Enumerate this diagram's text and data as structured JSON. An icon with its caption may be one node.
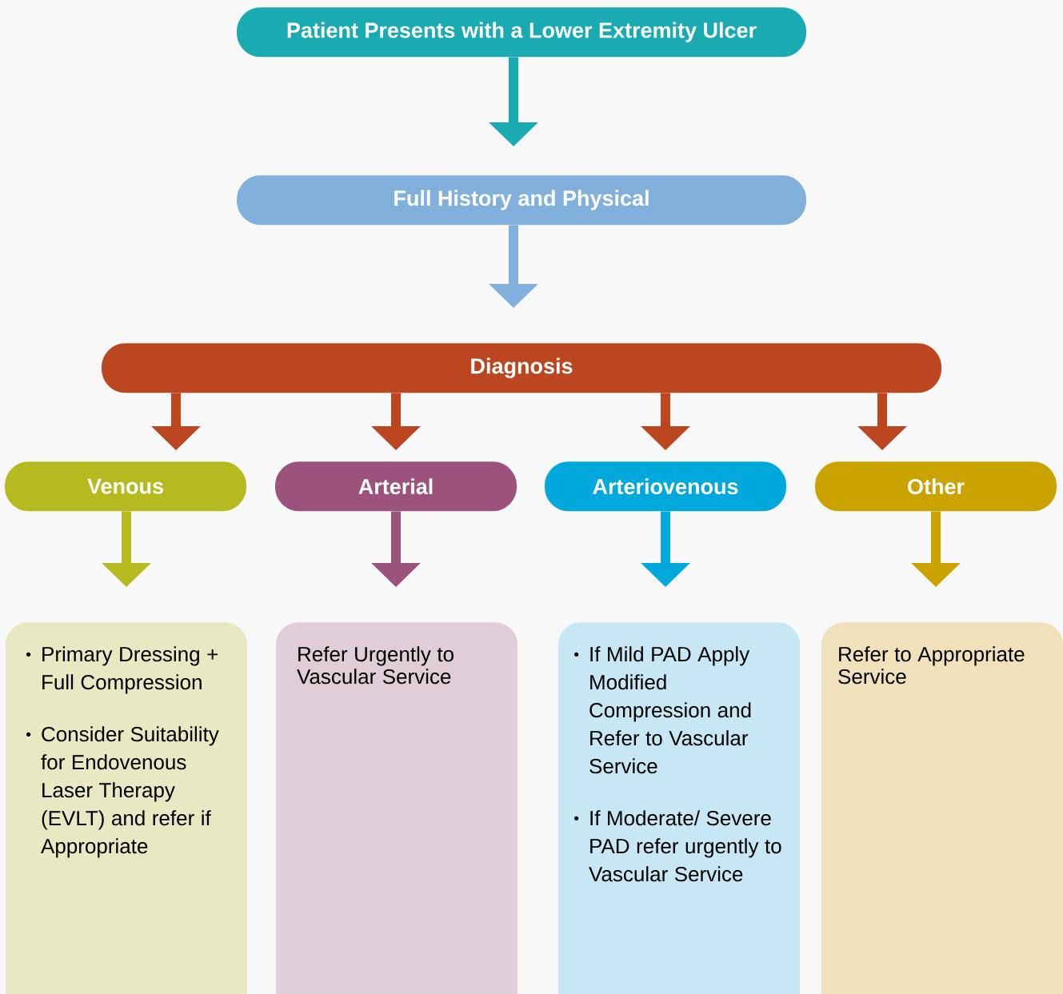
{
  "diagram": {
    "nodes": [
      {
        "text": [
          "Patient Presents with a Lower Extremity Ulcer"
        ]
      },
      {
        "text": [
          "Full History and Physical"
        ]
      },
      {
        "text": [
          "Diagnosis"
        ]
      },
      {
        "text": [
          "Venous"
        ]
      },
      {
        "text": [
          "Arterial"
        ]
      },
      {
        "text": [
          "Arteriovenous"
        ]
      },
      {
        "text": [
          "Other"
        ]
      },
      {
        "text": [
          "Primary Dressing + Full Compression",
          "Consider Suitability for Endovenous Laser Therapy (EVLT) and refer if Appropriate"
        ]
      },
      {
        "text": [
          "Refer Urgently to Vascular Service"
        ]
      },
      {
        "text": [
          "If Mild PAD Apply Modified Compression and Refer to Vascular Service",
          "If Moderate/ Severe PAD refer urgently to Vascular Service"
        ]
      },
      {
        "text": [
          "Refer to Appropriate Service"
        ]
      }
    ],
    "edges": [
      {
        "from": 0,
        "to": 1,
        "arrow": "to",
        "color": "#1aabb2"
      },
      {
        "from": 1,
        "to": 2,
        "arrow": "to",
        "color": "#80b0db"
      },
      {
        "from": 2,
        "to": 3,
        "arrow": "to",
        "color": "#bb4620"
      },
      {
        "from": 2,
        "to": 4,
        "arrow": "to",
        "color": "#bb4620"
      },
      {
        "from": 2,
        "to": 5,
        "arrow": "to",
        "color": "#bb4620"
      },
      {
        "from": 2,
        "to": 6,
        "arrow": "to",
        "color": "#bb4620"
      },
      {
        "from": 3,
        "to": 7,
        "arrow": "to",
        "color": "#b5bb1f"
      },
      {
        "from": 4,
        "to": 8,
        "arrow": "to",
        "color": "#9b527d"
      },
      {
        "from": 5,
        "to": 9,
        "arrow": "to",
        "color": "#00a8dc"
      },
      {
        "from": 6,
        "to": 10,
        "arrow": "to",
        "color": "#cba300"
      }
    ]
  }
}
